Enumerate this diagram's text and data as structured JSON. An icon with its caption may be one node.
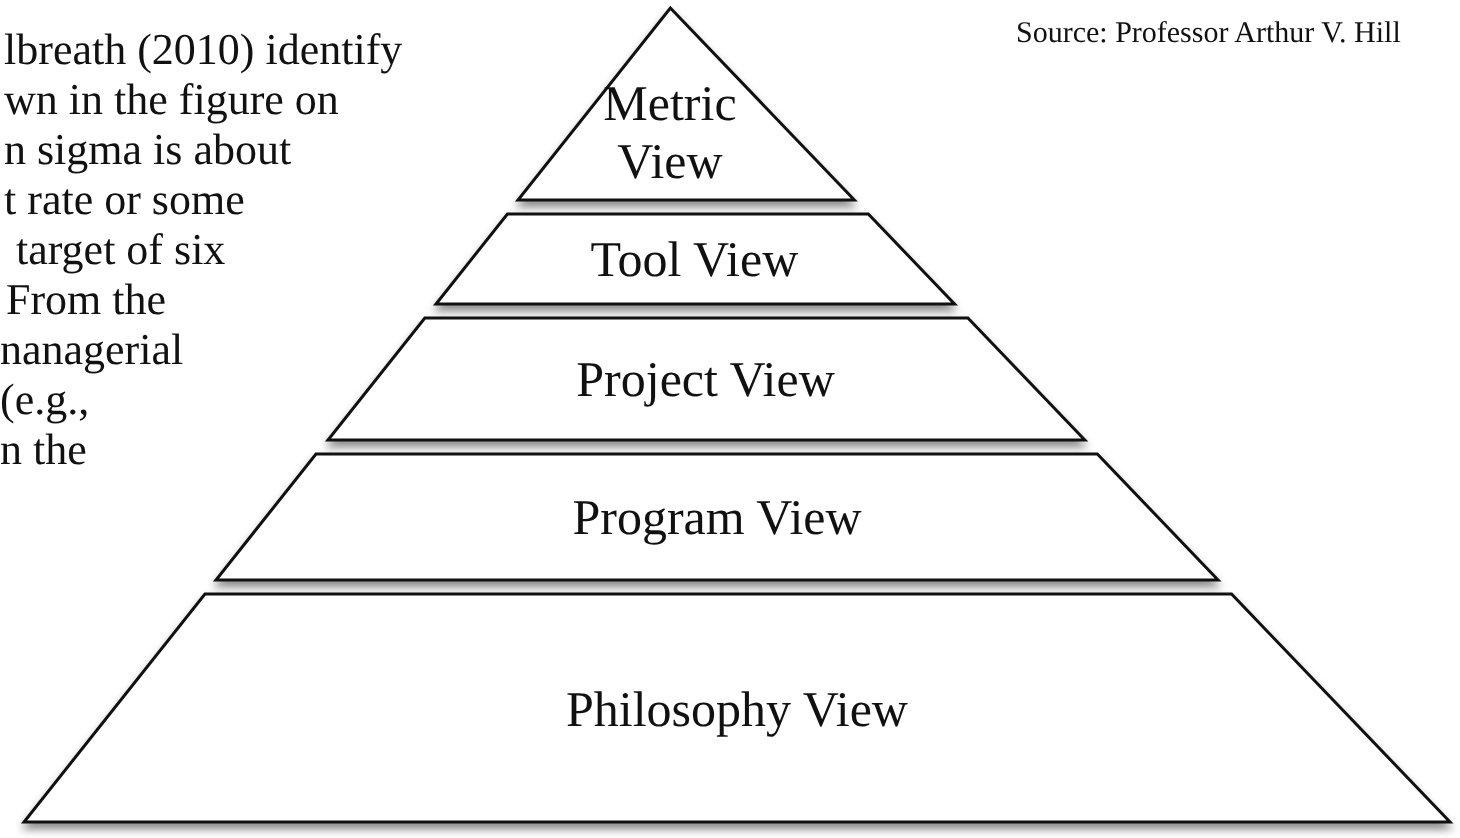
{
  "diagram": {
    "nodes": [
      {
        "text": [
          "Metric View"
        ]
      },
      {
        "text": [
          "Tool View"
        ]
      },
      {
        "text": [
          "Project View"
        ]
      },
      {
        "text": [
          "Program View"
        ]
      },
      {
        "text": [
          "Philosophy View"
        ]
      }
    ],
    "labels": [
      "lbreath (2010) identify",
      "wn in the figure on",
      "n sigma is about",
      "t rate or some",
      "target of six",
      "From the",
      "nanagerial",
      "(e.g.,",
      "n the",
      "Source:  Professor Arthur V. Hill"
    ]
  }
}
